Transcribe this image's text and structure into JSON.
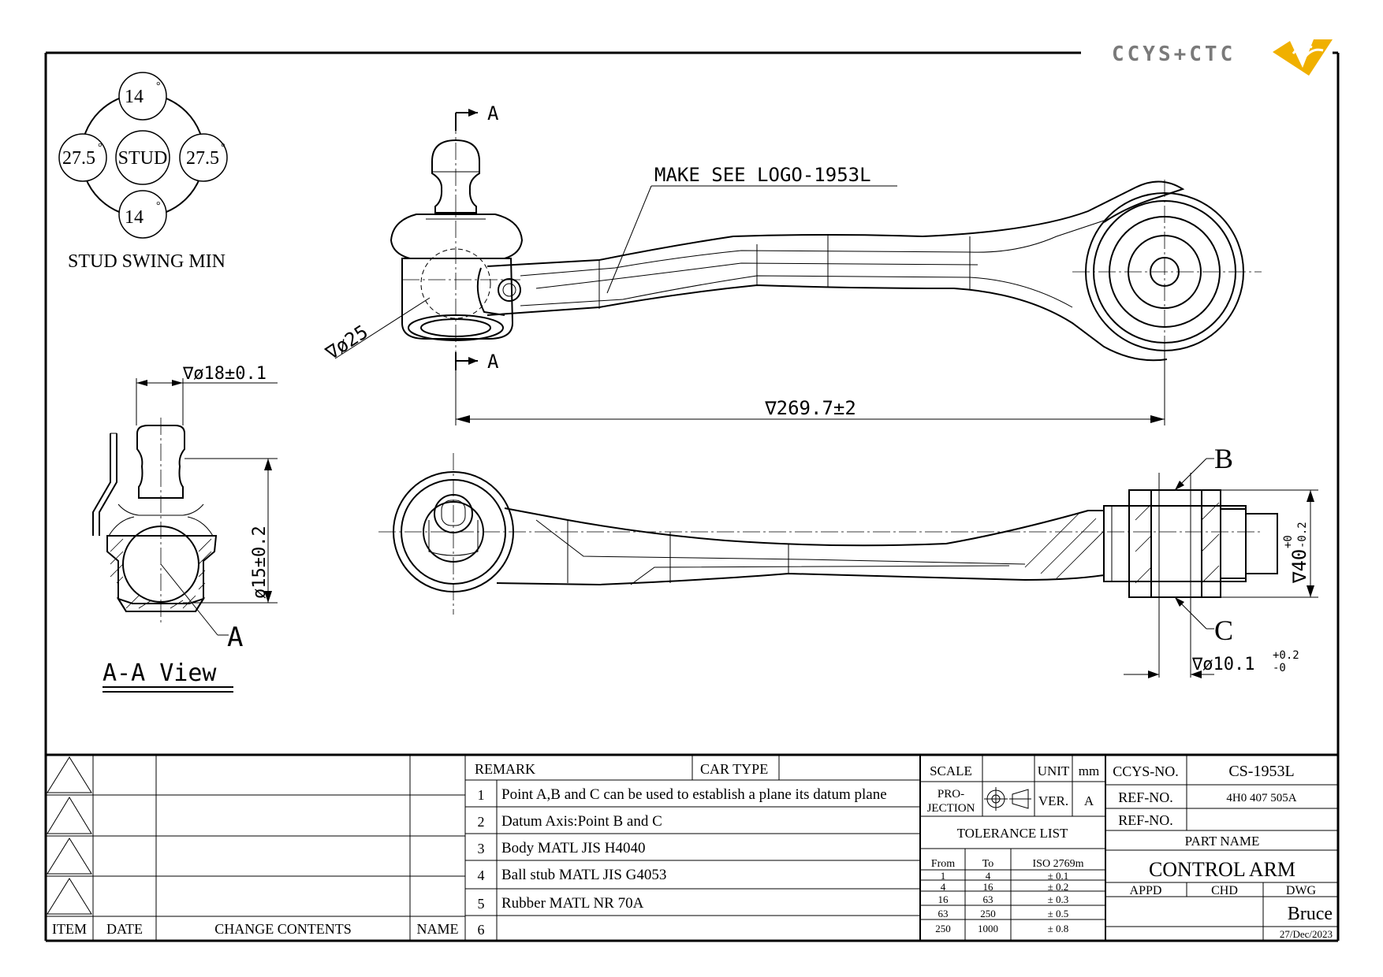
{
  "logo": {
    "text": "CCYS+CTC"
  },
  "swing": {
    "top": "14",
    "bottom": "14",
    "left": "27.5",
    "right": "27.5",
    "center": "STUD",
    "degree": "°",
    "caption": "STUD SWING MIN"
  },
  "top_view": {
    "section_mark": "A",
    "logo_note": "MAKE SEE LOGO-1953L",
    "dia_ball": "∇ø25",
    "length": "∇269.7±2"
  },
  "aa_view": {
    "dia_top": "∇ø18±0.1",
    "dia_side": "ø15±0.2",
    "label": "A",
    "caption": "A-A View"
  },
  "side_view": {
    "mark_b": "B",
    "mark_c": "C",
    "height": "∇40",
    "height_tol_upper": "+0",
    "height_tol_lower": "-0.2",
    "bore": "∇ø10.1",
    "bore_tol_upper": "+0.2",
    "bore_tol_lower": "-0"
  },
  "revision_block": {
    "headers": {
      "item": "ITEM",
      "date": "DATE",
      "change": "CHANGE CONTENTS",
      "name": "NAME"
    }
  },
  "remarks": {
    "remark_label": "REMARK",
    "car_type_label": "CAR TYPE",
    "items": [
      {
        "no": "1",
        "text": "Point A,B and C can be used to establish a plane its datum plane"
      },
      {
        "no": "2",
        "text": "Datum Axis:Point B and C"
      },
      {
        "no": "3",
        "text": "Body MATL JIS H4040"
      },
      {
        "no": "4",
        "text": "Ball stub MATL JIS G4053"
      },
      {
        "no": "5",
        "text": "Rubber MATL NR 70A"
      },
      {
        "no": "6",
        "text": ""
      }
    ]
  },
  "scale_block": {
    "scale_label": "SCALE",
    "unit_label": "UNIT",
    "unit_value": "mm",
    "projection_label_1": "PRO-",
    "projection_label_2": "JECTION",
    "ver_label": "VER.",
    "ver_value": "A"
  },
  "tolerance": {
    "title": "TOLERANCE LIST",
    "headers": [
      "From",
      "To",
      "ISO 2769m"
    ],
    "rows": [
      [
        "1",
        "4",
        "± 0.1"
      ],
      [
        "4",
        "16",
        "± 0.2"
      ],
      [
        "16",
        "63",
        "± 0.3"
      ],
      [
        "63",
        "250",
        "± 0.5"
      ],
      [
        "250",
        "1000",
        "± 0.8"
      ]
    ]
  },
  "title_block": {
    "ccys_no_label": "CCYS-NO.",
    "ccys_no": "CS-1953L",
    "ref_no_label": "REF-NO.",
    "ref_no_1": "4H0 407 505A",
    "ref_no_2": "",
    "part_name_label": "PART NAME",
    "part_name": "CONTROL ARM",
    "appd_label": "APPD",
    "chd_label": "CHD",
    "dwg_label": "DWG",
    "dwg_name": "Bruce",
    "date": "27/Dec/2023"
  }
}
